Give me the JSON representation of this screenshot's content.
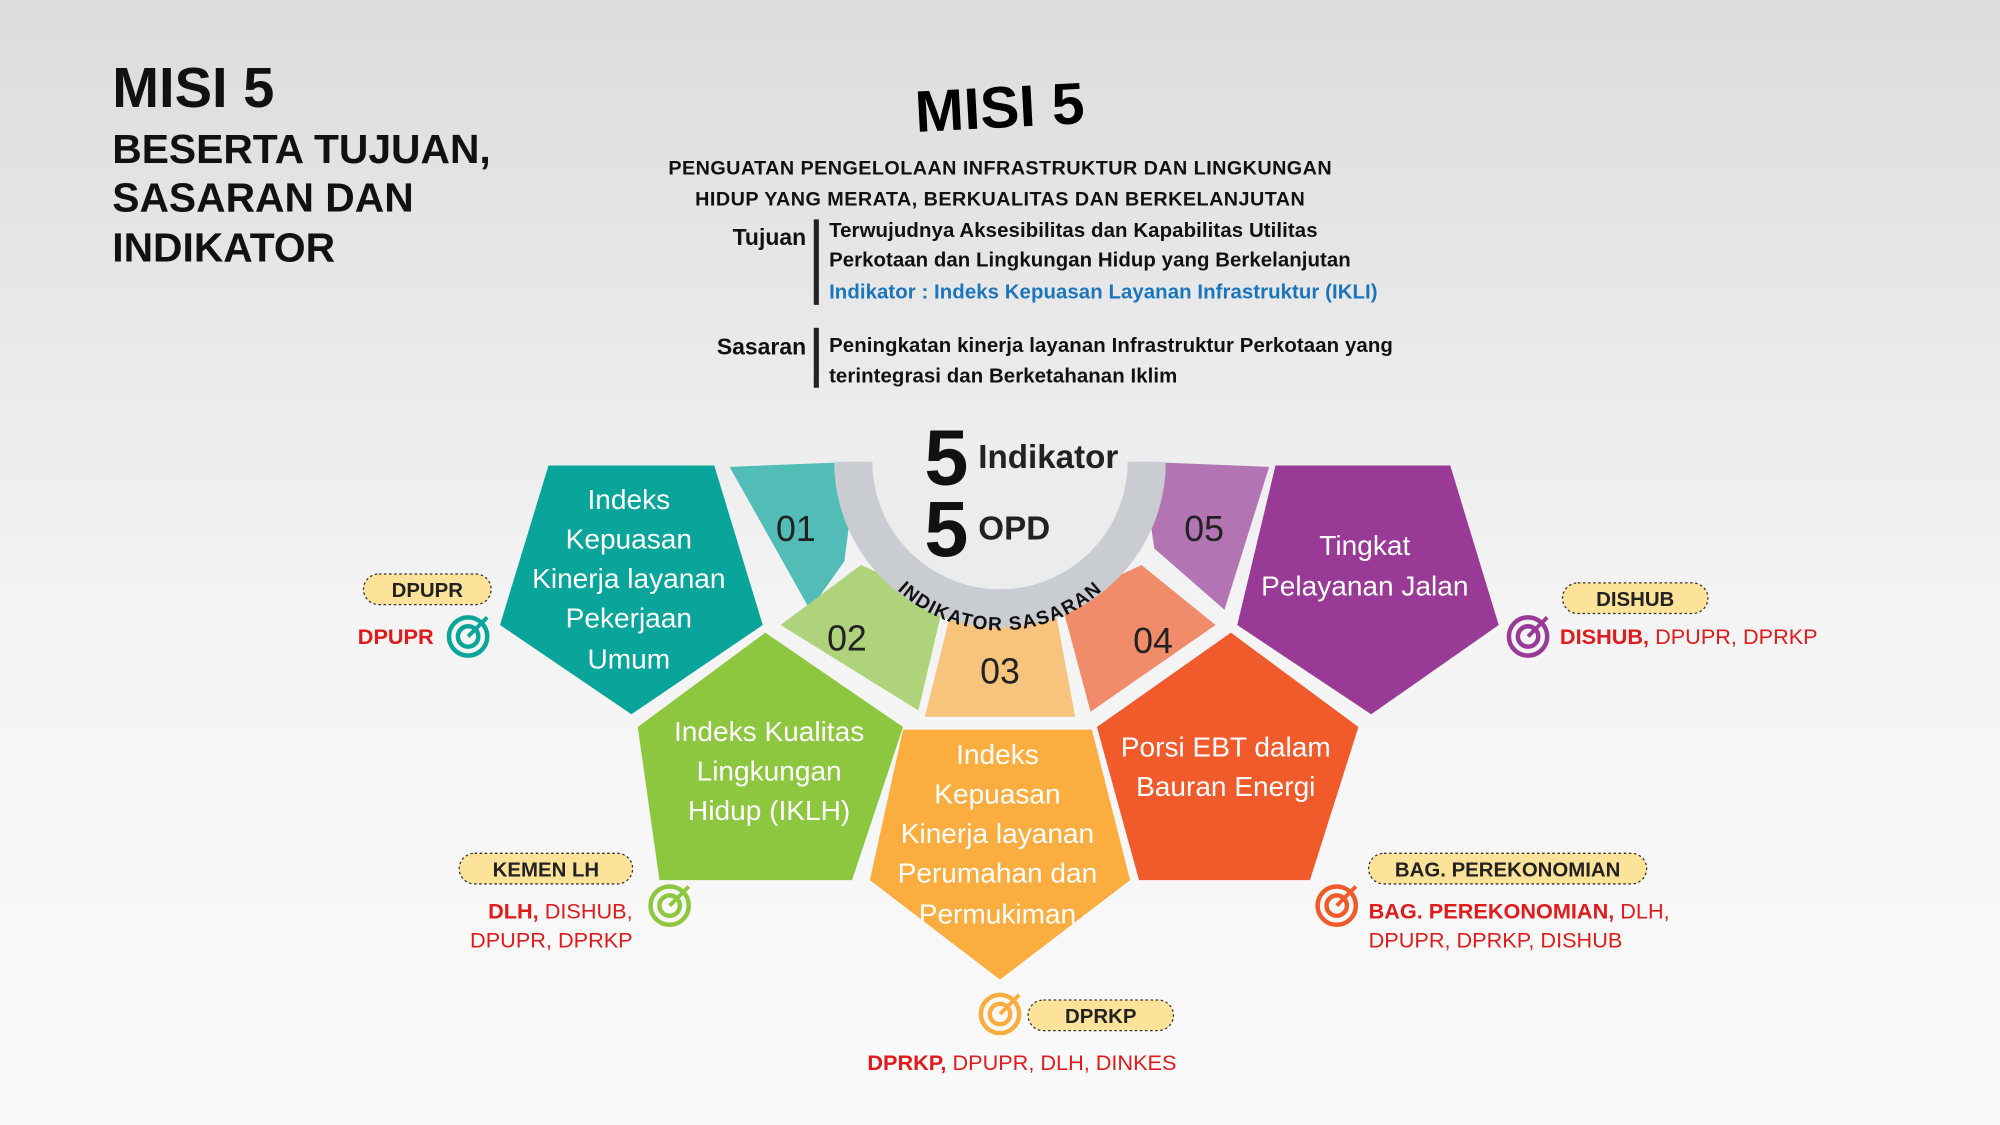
{
  "left_title": {
    "line1": "MISI 5",
    "line2": "BESERTA TUJUAN,",
    "line3": "SASARAN DAN",
    "line4": "INDIKATOR"
  },
  "header": {
    "title": "MISI 5",
    "misi_line1": "PENGUATAN PENGELOLAAN INFRASTRUKTUR DAN LINGKUNGAN",
    "misi_line2": "HIDUP YANG MERATA, BERKUALITAS DAN BERKELANJUTAN",
    "tujuan_label": "Tujuan",
    "tujuan_line1": "Terwujudnya Aksesibilitas dan Kapabilitas Utilitas",
    "tujuan_line2": "Perkotaan dan Lingkungan Hidup yang Berkelanjutan",
    "indikator": "Indikator : Indeks Kepuasan Layanan Infrastruktur (IKLI)",
    "sasaran_label": "Sasaran",
    "sasaran_line1": "Peningkatan kinerja layanan Infrastruktur Perkotaan yang",
    "sasaran_line2": "terintegrasi dan Berketahanan Iklim"
  },
  "center": {
    "num1": "5",
    "label1": "Indikator",
    "num2": "5",
    "label2": "OPD",
    "arc_text": "INDIKATOR SASARAN"
  },
  "segments": [
    "01",
    "02",
    "03",
    "04",
    "05"
  ],
  "indicators": [
    {
      "lines": [
        "Indeks",
        "Kepuasan",
        "Kinerja layanan",
        "Pekerjaan",
        "Umum"
      ],
      "badge": "DPUPR",
      "lead": "DPUPR",
      "others": "",
      "color": "#0aa59a"
    },
    {
      "lines": [
        "Indeks Kualitas",
        "Lingkungan",
        "Hidup (IKLH)"
      ],
      "badge": "KEMEN LH",
      "lead": "DLH,",
      "others": " DISHUB,",
      "others2": "DPUPR, DPRKP",
      "color": "#8dc63f"
    },
    {
      "lines": [
        "Indeks",
        "Kepuasan",
        "Kinerja layanan",
        "Perumahan dan",
        "Permukiman"
      ],
      "badge": "DPRKP",
      "lead": "DPRKP,",
      "others": " DPUPR, DLH, DINKES",
      "color": "#fbad3f"
    },
    {
      "lines": [
        "Porsi EBT dalam",
        "Bauran Energi"
      ],
      "badge": "BAG. PEREKONOMIAN",
      "lead": "BAG. PEREKONOMIAN,",
      "others": " DLH,",
      "others2": "DPUPR, DPRKP, DISHUB",
      "color": "#f15a2b"
    },
    {
      "lines": [
        "Tingkat",
        "Pelayanan Jalan"
      ],
      "badge": "DISHUB",
      "lead": "DISHUB,",
      "others": " DPUPR, DPRKP",
      "color": "#993a97"
    }
  ]
}
